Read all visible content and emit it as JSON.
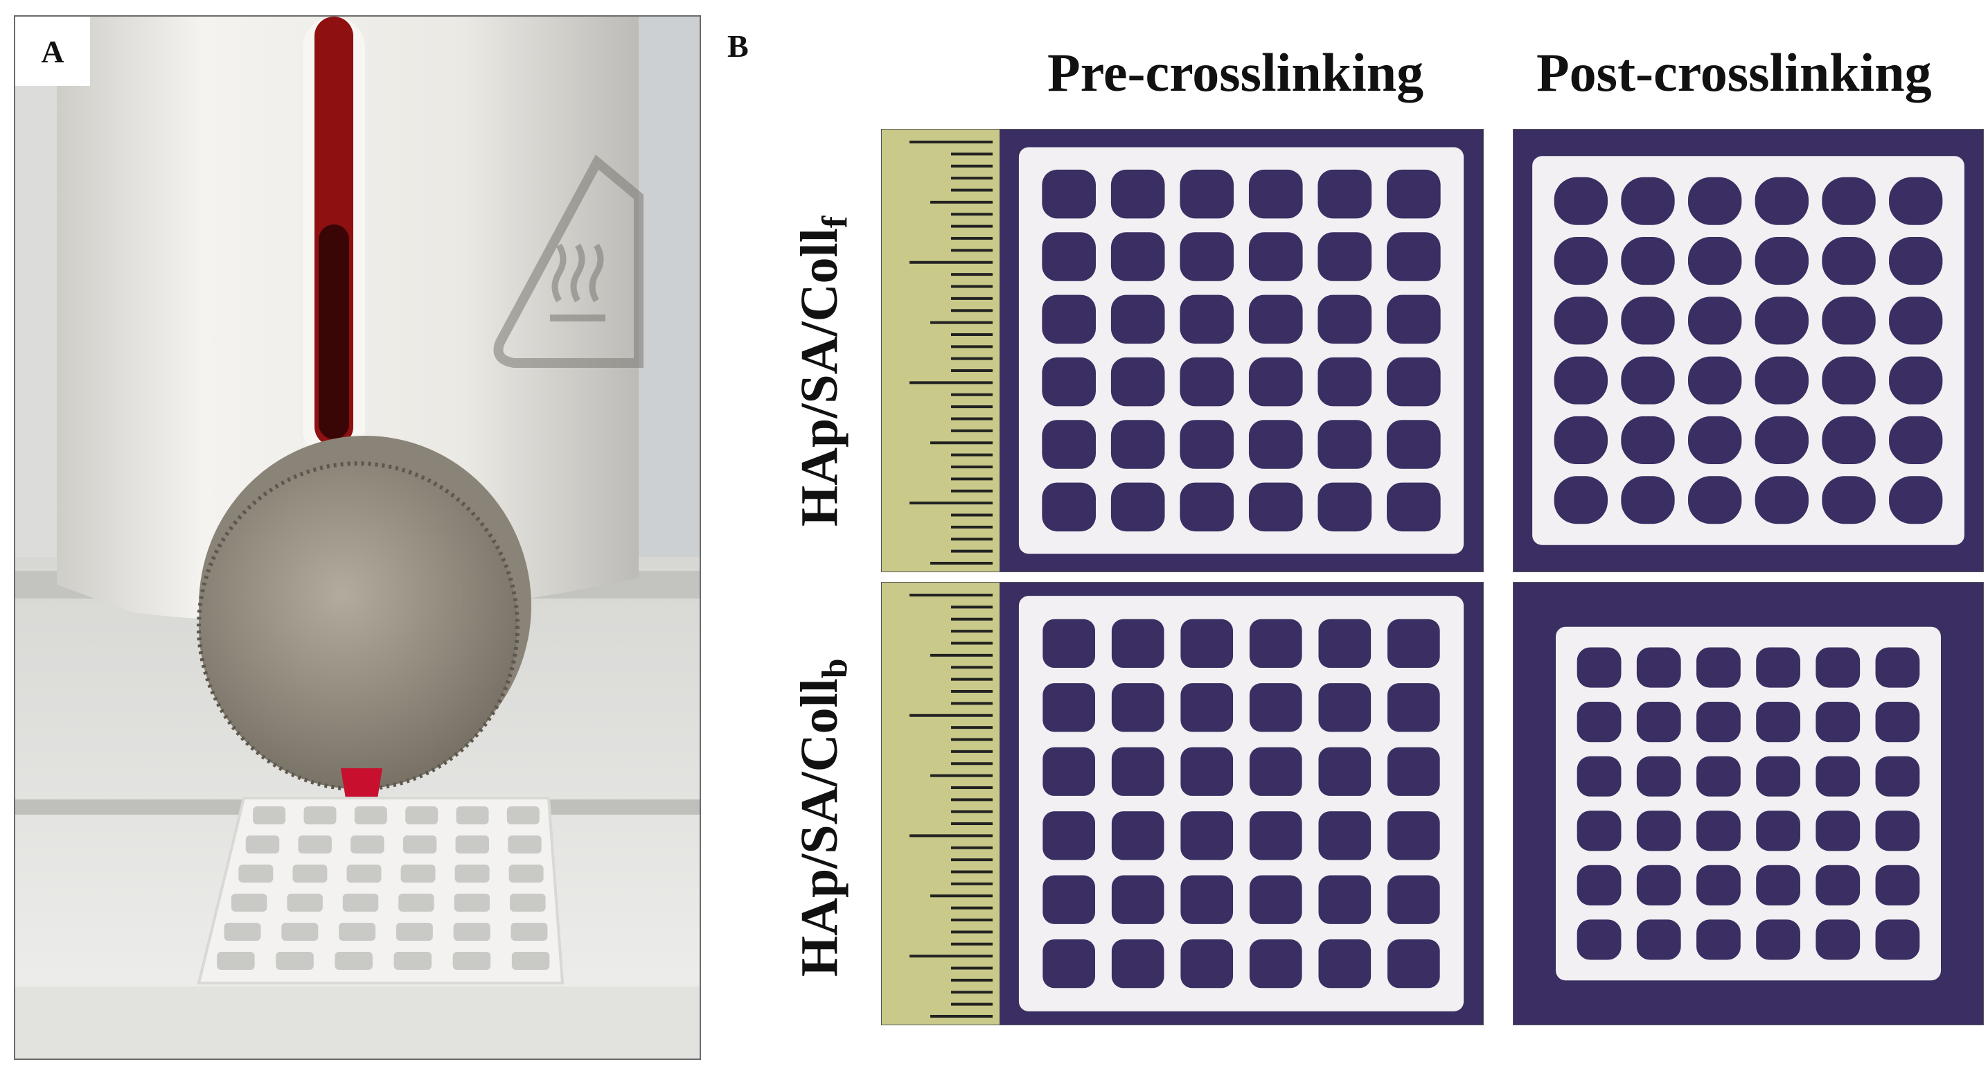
{
  "figure": {
    "panel_a_label": "A",
    "panel_b_label": "B",
    "columns": [
      "Pre-crosslinking",
      "Post-crosslinking"
    ],
    "rows": [
      {
        "base": "HAp/SA/Coll",
        "subscript": "f"
      },
      {
        "base": "HAp/SA/Coll",
        "subscript": "b"
      }
    ]
  },
  "colors": {
    "background_purple": "#3a2e63",
    "scaffold_white": "#f2f0f2",
    "nozzle_red": "#c8102e",
    "ruler_yellow": "#c9c98a"
  },
  "panels": {
    "A": {
      "icon": "hot-surface-warning-icon"
    },
    "B": {
      "grid": "6x6 printed lattice scaffolds"
    }
  }
}
